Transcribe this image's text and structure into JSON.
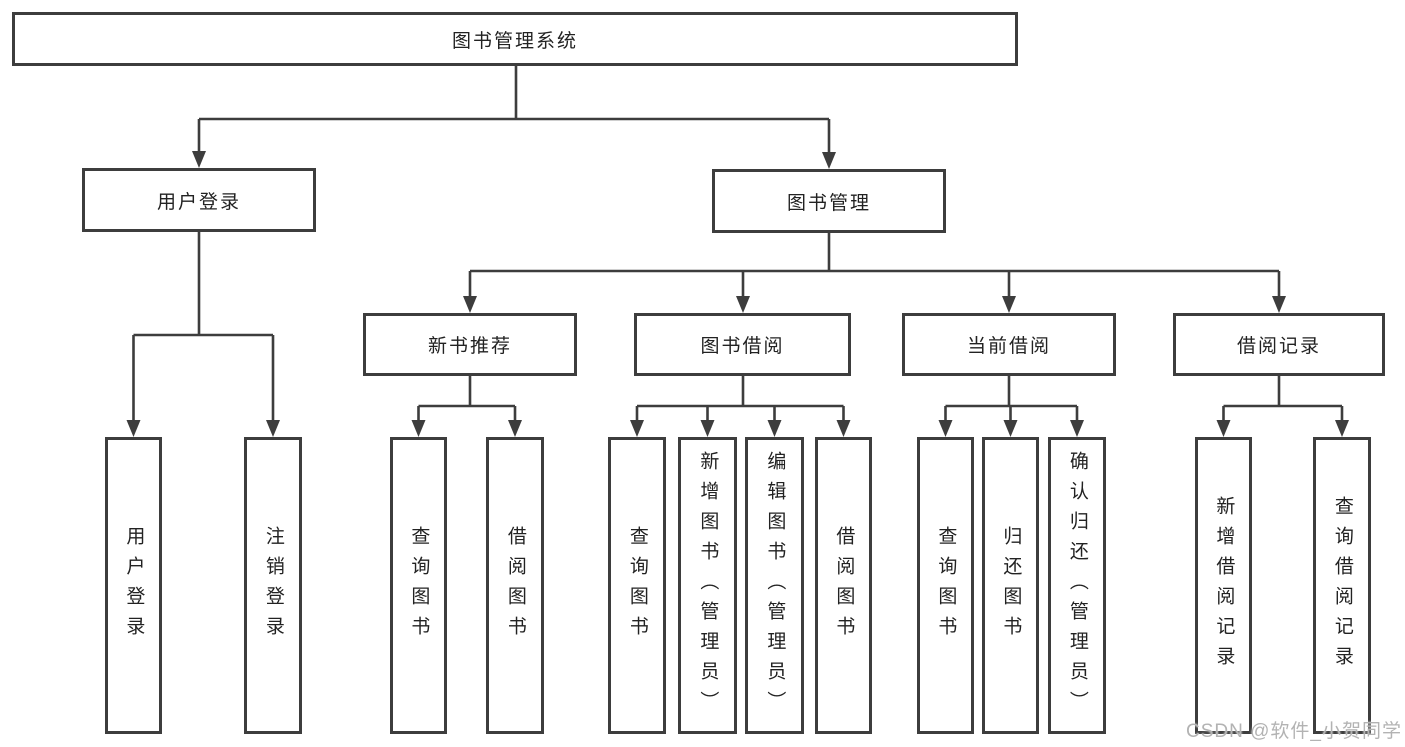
{
  "style": {
    "line_color": "#3d3d3d",
    "box_border_color": "#3d3d3d",
    "box_fill": "#ffffff",
    "text_color": "#222222",
    "watermark_color": "#b3b3b3",
    "background": "#ffffff"
  },
  "watermark": {
    "text": "CSDN @软件_小贺同学"
  },
  "tree": {
    "root": {
      "label": "图书管理系统"
    },
    "branches": [
      {
        "label": "用户登录",
        "children": [
          {
            "label": "用户登录"
          },
          {
            "label": "注销登录"
          }
        ]
      },
      {
        "label": "图书管理",
        "children": [
          {
            "label": "新书推荐",
            "children": [
              {
                "label": "查询图书"
              },
              {
                "label": "借阅图书"
              }
            ]
          },
          {
            "label": "图书借阅",
            "children": [
              {
                "label": "查询图书"
              },
              {
                "label": "新增图书（管理员）"
              },
              {
                "label": "编辑图书（管理员）"
              },
              {
                "label": "借阅图书"
              }
            ]
          },
          {
            "label": "当前借阅",
            "children": [
              {
                "label": "查询图书"
              },
              {
                "label": "归还图书"
              },
              {
                "label": "确认归还（管理员）"
              }
            ]
          },
          {
            "label": "借阅记录",
            "children": [
              {
                "label": "新增借阅记录"
              },
              {
                "label": "查询借阅记录"
              }
            ]
          }
        ]
      }
    ]
  }
}
